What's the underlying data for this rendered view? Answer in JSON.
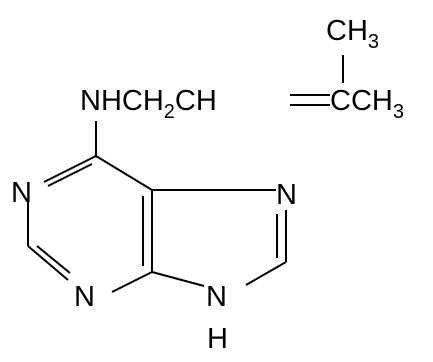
{
  "molecule": {
    "side_chain": {
      "amine": "NHCH",
      "ch2_sub": "2",
      "ch": "CH",
      "alkene_carbon": "CCH",
      "methyl_top": "CH",
      "methyl_top_sub": "3",
      "methyl_right_sub": "3"
    },
    "ring_atoms": {
      "n1": "N",
      "n3": "N",
      "n7": "N",
      "n9": "N",
      "n9_h": "H"
    }
  }
}
